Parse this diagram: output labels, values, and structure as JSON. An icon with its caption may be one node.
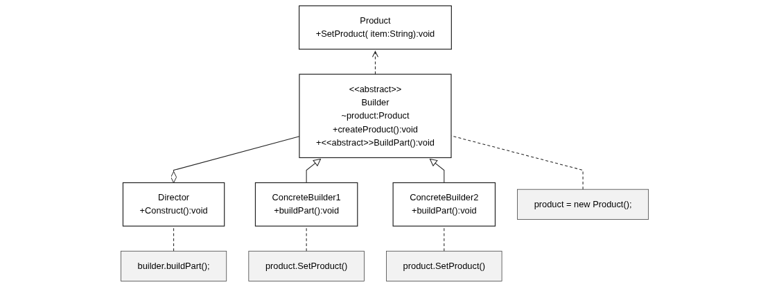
{
  "diagram": {
    "nodes": [
      {
        "text": [
          "Director",
          "+Construct():void"
        ]
      },
      {
        "text": [
          "<<abstract>>",
          "Builder",
          "~product:Product",
          "+createProduct():void",
          "+<<abstract>>BuildPart():void"
        ]
      },
      {
        "text": [
          "Product",
          "+SetProduct( item:String):void"
        ]
      },
      {
        "text": [
          "builder.buildPart();"
        ]
      },
      {
        "text": [
          "product = new Product();"
        ]
      },
      {
        "text": [
          "ConcreteBuilder1",
          "+buildPart():void"
        ]
      },
      {
        "text": [
          "ConcreteBuilder2",
          "+buildPart():void"
        ]
      },
      {
        "text": [
          "product.SetProduct()"
        ]
      },
      {
        "text": [
          "product.SetProduct()"
        ]
      }
    ],
    "edges": [
      {
        "from": 0,
        "to": 1,
        "arrow": "other"
      },
      {
        "from": 1,
        "to": 2,
        "arrow": "to",
        "style": "dashed"
      },
      {
        "from": 5,
        "to": 1,
        "arrow": "to"
      },
      {
        "from": 6,
        "to": 1,
        "arrow": "to"
      },
      {
        "from": 3,
        "to": 0,
        "arrow": "none",
        "style": "dashed"
      },
      {
        "from": 4,
        "to": 1,
        "arrow": "none",
        "style": "dashed"
      },
      {
        "from": 7,
        "to": 5,
        "arrow": "none",
        "style": "dashed"
      },
      {
        "from": 8,
        "to": 6,
        "arrow": "none",
        "style": "dashed"
      }
    ]
  }
}
